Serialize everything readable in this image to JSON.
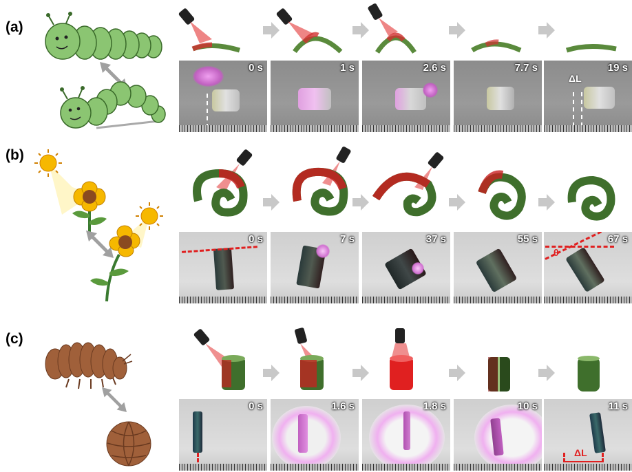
{
  "panels": [
    {
      "label": "(a)",
      "animal": "caterpillar",
      "times": [
        "0 s",
        "1 s",
        "2.6 s",
        "7.7 s",
        "19 s"
      ],
      "annotation": "ΔL"
    },
    {
      "label": "(b)",
      "animal": "sunflower",
      "times": [
        "0 s",
        "7 s",
        "37 s",
        "55 s",
        "67 s"
      ],
      "annotation": "θ"
    },
    {
      "label": "(c)",
      "animal": "pill bug",
      "times": [
        "0 s",
        "1.6 s",
        "1.8 s",
        "10 s",
        "11 s"
      ],
      "annotation": "ΔL"
    }
  ],
  "colors": {
    "film_green": "#5a8a3c",
    "laser_red": "#e02020",
    "arrow_gray": "#c8c8c8",
    "dash_red": "#e02020",
    "pink_glow": "#e070e0"
  }
}
